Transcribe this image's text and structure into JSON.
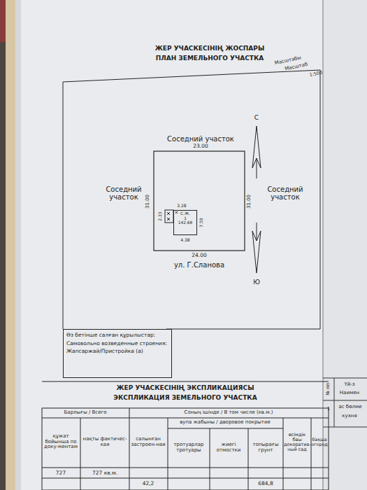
{
  "diagram": {
    "nodes": [
      {
        "text": [
          "С.Ж.",
          "1",
          "142.68"
        ]
      },
      {
        "text": [
          "Өз бетінше салған құрылыстар:",
          "Самовольно возведенные строения:",
          "Жапсаржай/Пристройка (а)"
        ]
      }
    ],
    "labels": [
      "ЖЕР УЧАСКЕСІНІҢ ЖОСПАРЫ",
      "ПЛАН ЗЕМЕЛЬНОГО УЧАСТКА",
      "Масштабы",
      "Масштаб",
      "1:500",
      "Соседний участок",
      "23.00",
      "Соседний участок",
      "31.00",
      "31.00",
      "Соседний участок",
      "С",
      "3.28",
      "2.33",
      "7.50",
      "4.38",
      "24.00",
      "ул. Г.Сланова",
      "Ю",
      "ЖЕР УЧАСКЕСІНІҢ ЭКСПЛИКАЦИЯСЫ",
      "ЭКСПЛИКАЦИЯ ЗЕМЕЛЬНОГО УЧАСТКА",
      "Барлығы / Всего",
      "Соның ішінде / В том числе (кв.м.)",
      "құжат бойынша по доку-ментам",
      "нақты фактичес-кая",
      "салынған застроен-ная",
      "вупа жабыны / дворовое покрытие",
      "өсімдік баы декоратив-ный сад",
      "бақша огород",
      "тротуарлар тротуары",
      "жиегі отмостки",
      "топырағы грунт",
      "727",
      "727 кв.м.",
      "42,2",
      "684,8",
      "№ пп",
      "Үй-з",
      "Наимен",
      "1",
      "ас бөлме",
      "кухня"
    ]
  }
}
